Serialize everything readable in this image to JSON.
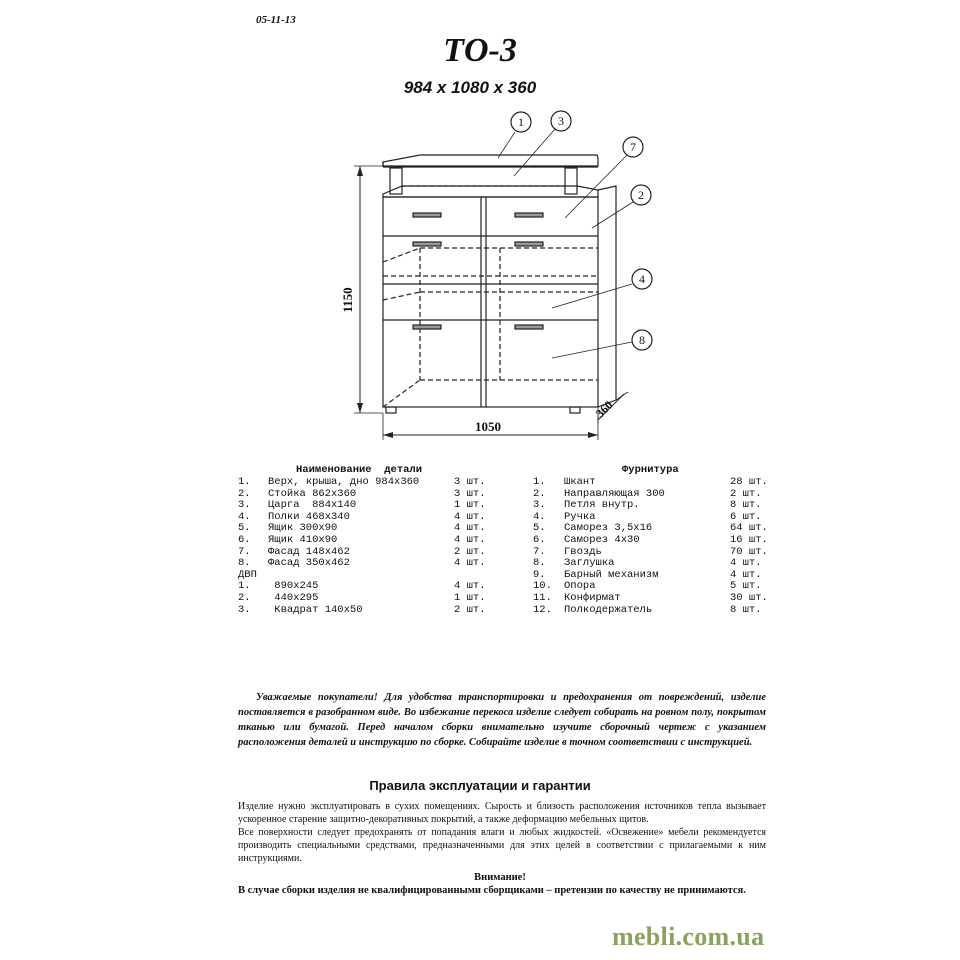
{
  "header": {
    "date": "05-11-13",
    "model": "ТО-3",
    "dimensions": "984 x 1080 x 360"
  },
  "drawing": {
    "callouts": [
      "1",
      "3",
      "7",
      "2",
      "4",
      "8"
    ],
    "dim_height": "1150",
    "dim_width": "1050",
    "dim_depth": "360"
  },
  "parts": {
    "header": "Наименование  детали",
    "items": [
      {
        "num": "1.",
        "name": "Верх, крыша, дно 984х360",
        "qty": "3 шт."
      },
      {
        "num": "2.",
        "name": "Стойка 862х360",
        "qty": "3 шт."
      },
      {
        "num": "3.",
        "name": "Царга  884х140",
        "qty": "1 шт."
      },
      {
        "num": "4.",
        "name": "Полки 468х340",
        "qty": "4 шт."
      },
      {
        "num": "5.",
        "name": "Ящик 300х90",
        "qty": "4 шт."
      },
      {
        "num": "6.",
        "name": "Ящик 410х90",
        "qty": "4 шт."
      },
      {
        "num": "7.",
        "name": "Фасад 148х462",
        "qty": "2 шт."
      },
      {
        "num": "8.",
        "name": "Фасад 350х462",
        "qty": "4 шт."
      }
    ],
    "dvp_label": "ДВП",
    "dvp_items": [
      {
        "num": "1.",
        "name": " 890х245",
        "qty": "4 шт."
      },
      {
        "num": "2.",
        "name": " 440х295",
        "qty": "1 шт."
      },
      {
        "num": "3.",
        "name": " Квадрат 140х50",
        "qty": "2 шт."
      }
    ]
  },
  "hardware": {
    "header": "Фурнитура",
    "items": [
      {
        "num": "1.",
        "name": "Шкант",
        "qty": "28 шт."
      },
      {
        "num": "2.",
        "name": "Направляющая 300",
        "qty": "2 шт."
      },
      {
        "num": "3.",
        "name": "Петля внутр.",
        "qty": "8 шт."
      },
      {
        "num": "4.",
        "name": "Ручка",
        "qty": "6 шт."
      },
      {
        "num": "5.",
        "name": "Саморез 3,5х16",
        "qty": "64 шт."
      },
      {
        "num": "6.",
        "name": "Саморез 4х30",
        "qty": "16 шт."
      },
      {
        "num": "7.",
        "name": "Гвоздь",
        "qty": "70 шт."
      },
      {
        "num": "8.",
        "name": "Заглушка",
        "qty": "4 шт."
      },
      {
        "num": "9.",
        "name": "Барный механизм",
        "qty": "4 шт."
      },
      {
        "num": "10.",
        "name": "Опора",
        "qty": "5 шт."
      },
      {
        "num": "11.",
        "name": "Конфирмат",
        "qty": "30 шт."
      },
      {
        "num": "12.",
        "name": "Полкодержатель",
        "qty": "8 шт."
      }
    ]
  },
  "notice": "Уважаемые покупатели! Для удобства транспортировки и предохранения от повреждений, изделие поставляется в разобранном виде. Во избежание перекоса изделие следует собирать на ровном полу, покрытом тканью или бумагой. Перед началом сборки внимательно изучите сборочный чертеж с указанием расположения деталей и инструкцию по сборке. Собирайте изделие в точном соответствии с инструкцией.",
  "rules": {
    "heading": "Правила эксплуатации и гарантии",
    "p1": "Изделие нужно эксплуатировать в сухих помещениях. Сырость и близость расположения источников тепла вызывает ускоренное старение защитно-декоративных покрытий, а также деформацию мебельных щитов.",
    "p2": "Все поверхности следует предохранять от попадания влаги и любых жидкостей. «Освежение» мебели рекомендуется производить специальными средствами, предназначенными для этих целей в соответствии с прилагаемыми к ним инструкциями."
  },
  "warning": {
    "heading": "Внимание!",
    "text": "В случае сборки изделия не квалифицированными сборщиками – претензии по качеству не принимаются."
  },
  "footer": {
    "site": "mebli.com.ua",
    "site_color": "#8aa35c"
  }
}
